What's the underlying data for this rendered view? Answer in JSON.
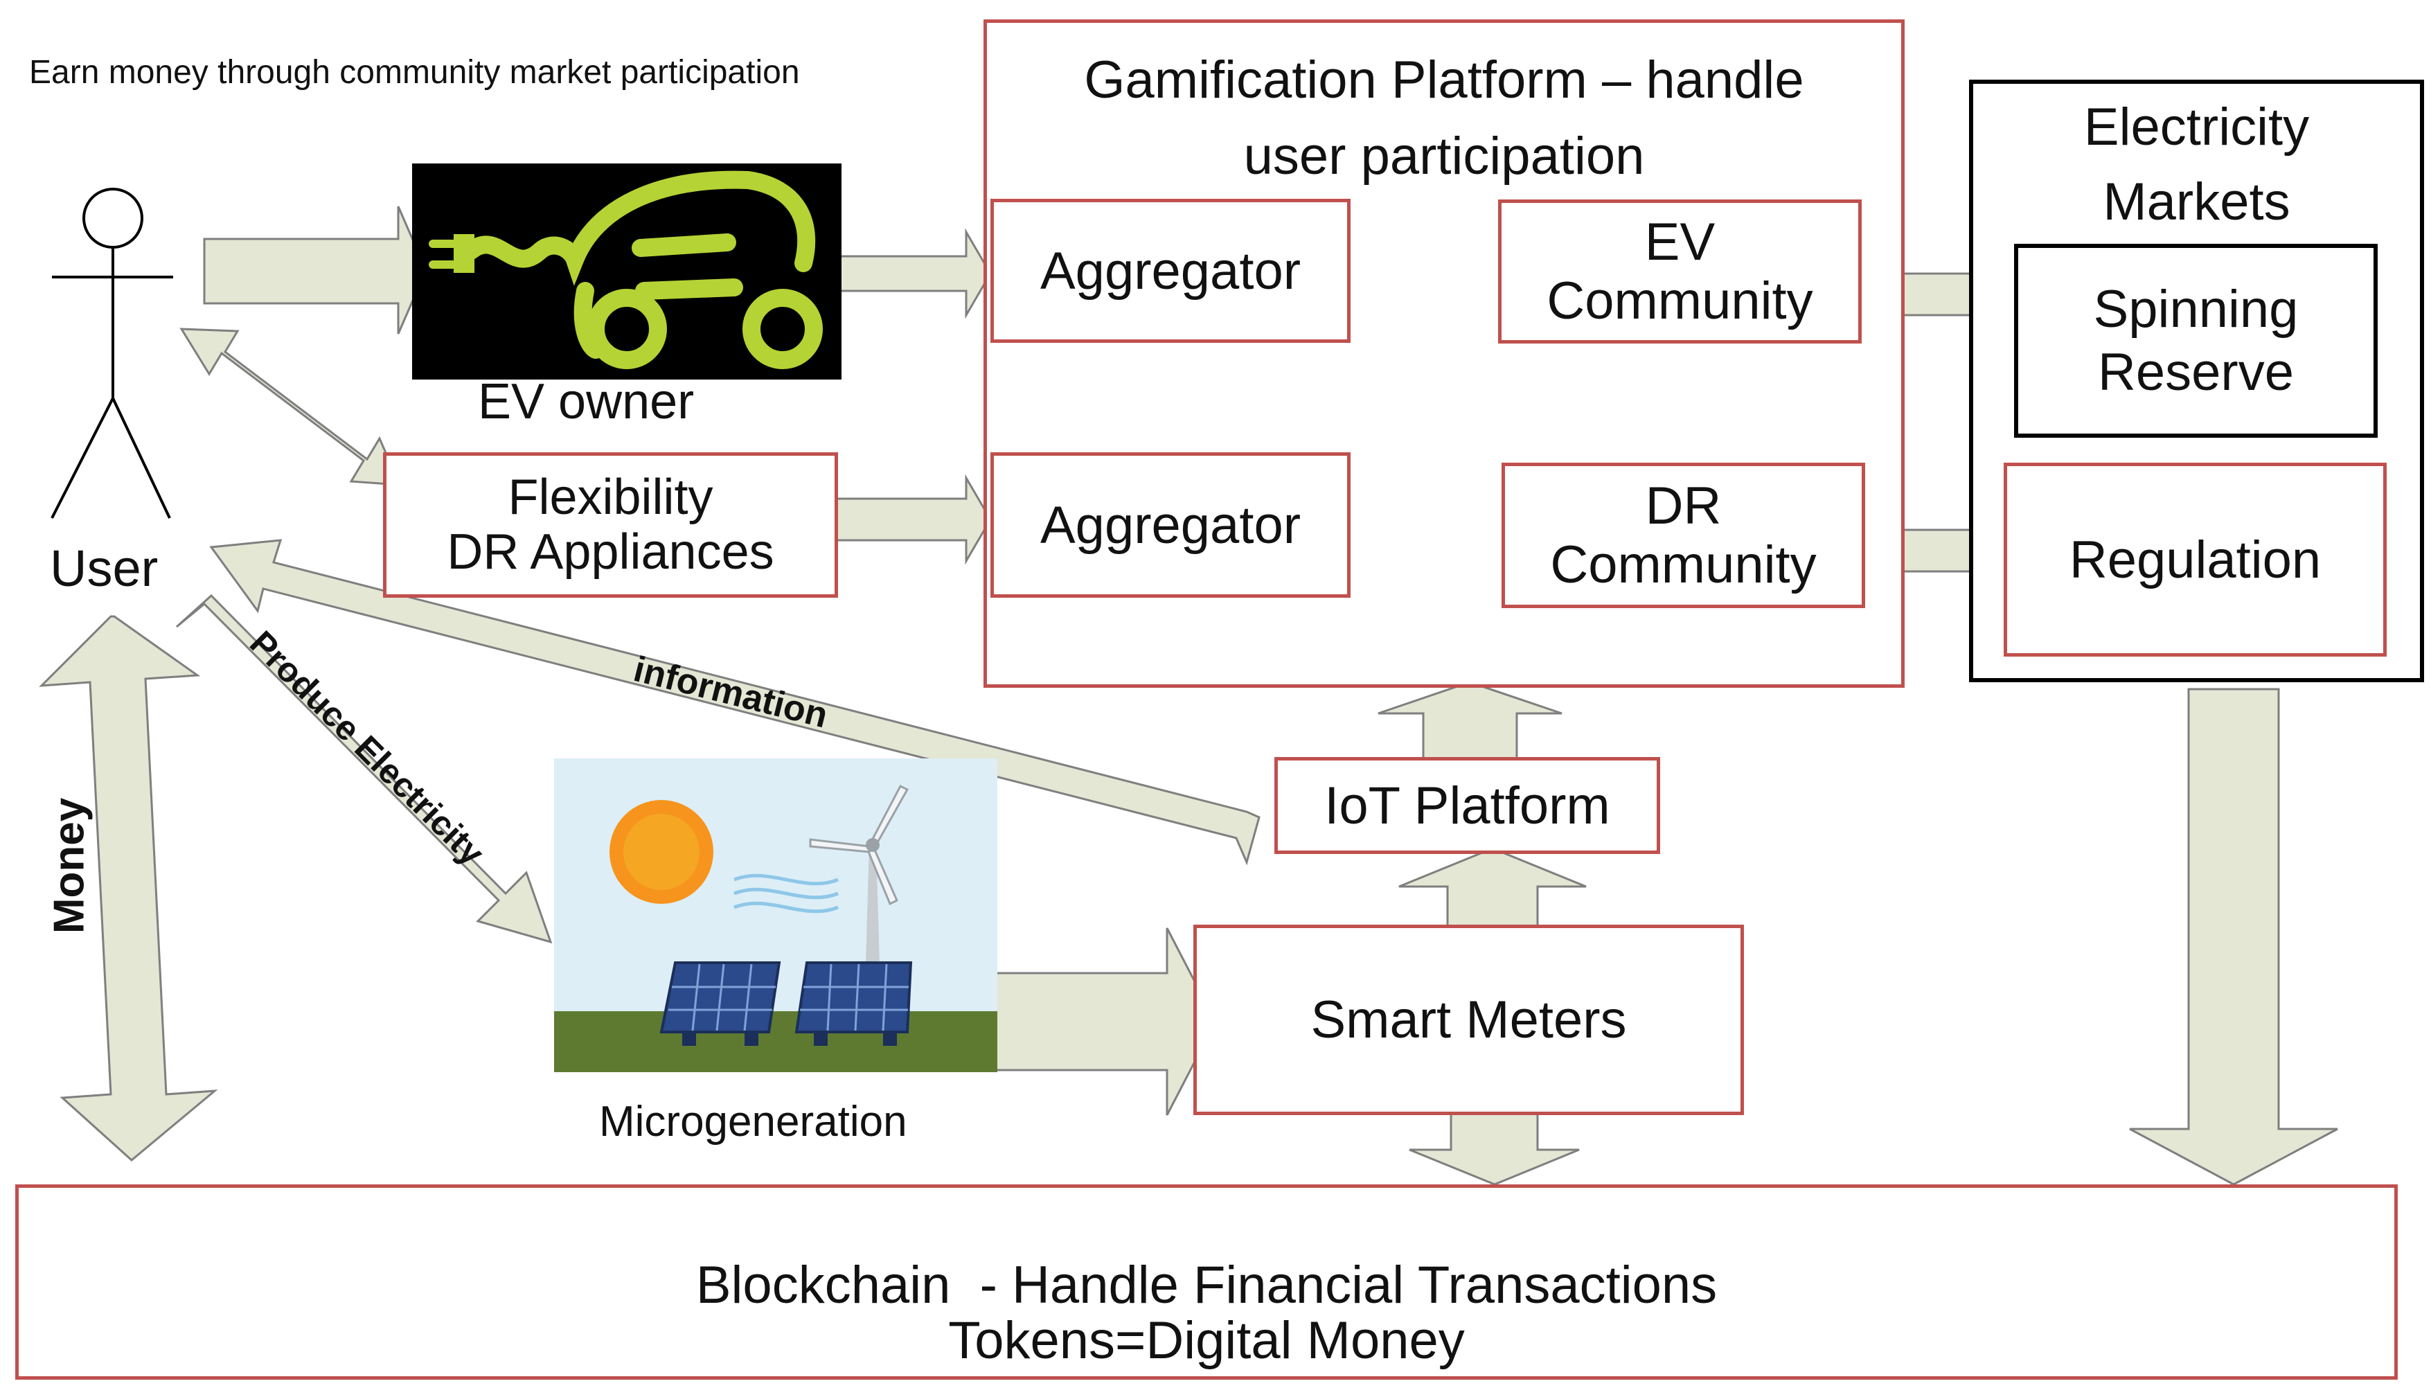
{
  "header_note": "Earn money through community market participation",
  "user": {
    "label": "User"
  },
  "ev_owner": {
    "label": "EV owner"
  },
  "flexibility": {
    "line1": "Flexibility",
    "line2": "DR Appliances"
  },
  "microgeneration": {
    "label": "Microgeneration"
  },
  "gamification": {
    "title_line1": "Gamification Platform – handle",
    "title_line2": "user participation",
    "aggregator_top": "Aggregator",
    "aggregator_bottom": "Aggregator",
    "ev_community_line1": "EV",
    "ev_community_line2": "Community",
    "dr_community_line1": "DR",
    "dr_community_line2": "Community"
  },
  "electricity_markets": {
    "title_line1": "Electricity",
    "title_line2": "Markets",
    "spinning_line1": "Spinning",
    "spinning_line2": "Reserve",
    "regulation": "Regulation"
  },
  "iot_platform": {
    "label": "IoT Platform"
  },
  "smart_meters": {
    "label": "Smart Meters"
  },
  "arrows": {
    "money": "Money",
    "produce_electricity": "Produce Electricity",
    "information": "information"
  },
  "blockchain": {
    "line1": "Blockchain  - Handle Financial Transactions",
    "line2": "Tokens=Digital Money"
  },
  "colors": {
    "arrow_fill": "#e3e7d4",
    "arrow_stroke": "#7f7f7f",
    "box_border_red": "#c0504d",
    "box_border_black": "#000000",
    "ev_logo_bg": "#000000",
    "ev_logo_green": "#b5d334",
    "sky": "#ddeef7",
    "ground": "#5e7a31",
    "sun": "#f5a623",
    "panel": "#2b4a8b"
  },
  "icons": [
    "stick-figure-user-icon",
    "ev-car-plug-logo-icon",
    "solar-wind-microgeneration-icon"
  ]
}
